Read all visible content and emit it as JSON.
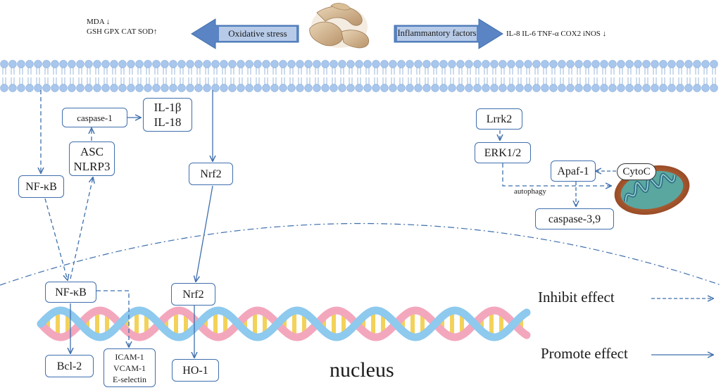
{
  "header": {
    "left_markers": [
      "MDA ↓",
      "GSH GPX CAT SOD↑"
    ],
    "oxidative_label": "Oxidative stress",
    "inflammatory_label": "Inflammantory factors",
    "right_markers": "IL-8 IL-6 TNF-α COX2  iNOS ↓"
  },
  "cytoplasm": {
    "nfkb": "NF-κB",
    "caspase1": "caspase-1",
    "il1b": "IL-1β",
    "il18": "IL-18",
    "asc": "ASC",
    "nlrp3": "NLRP3",
    "nrf2": "Nrf2",
    "lrrk2": "Lrrk2",
    "erk": "ERK1/2",
    "apaf": "Apaf-1",
    "cytoc": "CytoC",
    "autophagy": "autophagy",
    "caspase39": "caspase-3,9"
  },
  "nucleus": {
    "nfkb": "NF-κB",
    "nrf2": "Nrf2",
    "bcl2": "Bcl-2",
    "icam": "ICAM-1",
    "vcam": "VCAM-1",
    "eselectin": "E-selectin",
    "ho1": "HO-1",
    "label": "nucleus"
  },
  "legend": {
    "inhibit": "Inhibit effect",
    "promote": "Promote effect"
  },
  "colors": {
    "line": "#3f6fad",
    "arrow_fill": "#5a84c3",
    "membrane_head": "#a9c7ec",
    "dna_pink": "#f3a7bd",
    "dna_blue": "#8ec9ee",
    "dna_base": "#f2d25a"
  }
}
